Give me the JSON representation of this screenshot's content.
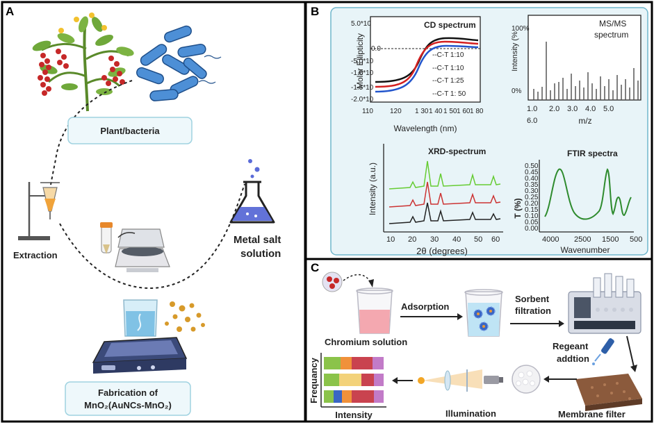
{
  "panels": {
    "a": {
      "letter": "A",
      "plant_box_label": "Plant/bacteria",
      "extraction_label": "Extraction",
      "metal_salt_line1": "Metal salt",
      "metal_salt_line2": "solution",
      "fabrication_line1": "Fabrication of",
      "fabrication_line2": "MnO₂(AuNCs-MnO₂)"
    },
    "b": {
      "letter": "B",
      "cd": {
        "title": "CD spectrum",
        "ylabel": "Molar Ellipticity",
        "xlabel": "Wavelength (nm)",
        "yticks": [
          "5.0*10",
          "0.0",
          "-5.0*10",
          "-1.0*10",
          "-1.5*10",
          "-2.0*10"
        ],
        "xticks": [
          "110",
          "120",
          "1 30",
          "1 40",
          "1 50",
          "1 60",
          "1 80"
        ],
        "legend": [
          "--C-T 1:10",
          "--C-T 1:10",
          "--C-T 1:25",
          "--C-T 1: 50"
        ]
      },
      "ms": {
        "title_line1": "MS/MS",
        "title_line2": "spectrum",
        "ylabel": "Intensity (%",
        "ytick_top": "100%",
        "ytick_bottom": "0%",
        "xticks": [
          "1.0",
          "2.0",
          "3.0",
          "4.0",
          "5.0"
        ],
        "xtick_extra": "6.0",
        "xlabel": "m/z"
      },
      "xrd": {
        "title": "XRD-spectrum",
        "ylabel": "Intensity (a.u.)",
        "xlabel": "2θ (degrees)",
        "xticks": [
          "10",
          "20",
          "30",
          "40",
          "50",
          "60"
        ]
      },
      "ftir": {
        "title": "FTIR spectra",
        "ylabel": "T  (%)",
        "xlabel": "Wavenumber",
        "yticks": [
          "0.50",
          "0.45",
          "0.40",
          "0.35",
          "0.30",
          "0.25",
          "0.20",
          "0.15",
          "0.10",
          "0.05",
          "0.00"
        ],
        "xticks": [
          "4000",
          "2500",
          "1500",
          "500"
        ]
      }
    },
    "c": {
      "letter": "C",
      "chromium_label": "Chromium solution",
      "adsorption_label": "Adsorption",
      "sorbent_line1": "Sorbent",
      "sorbent_line2": "filtration",
      "regeant_line1": "Regeant",
      "regeant_line2": "addtion",
      "membrane_label": "Membrane filter",
      "illumination_label": "Illumination",
      "frequency_label": "Frequancy",
      "intensity_label": "Intensity"
    }
  },
  "colors": {
    "panel_b_bg": "#e8f4f8",
    "panel_b_border": "#6fb6cc",
    "label_box_bg": "#eef8fb",
    "label_box_border": "#9fd2e0",
    "cd_black": "#111111",
    "cd_red": "#d42020",
    "cd_blue": "#2255cc",
    "xrd_green": "#66cc33",
    "xrd_red": "#cc3333",
    "xrd_black": "#222222",
    "ftir_green": "#2e8b2e",
    "bar_colors": [
      "#8bc34a",
      "#f0913a",
      "#f3d27a",
      "#3a66c4",
      "#c9434f",
      "#c27bc8"
    ]
  }
}
